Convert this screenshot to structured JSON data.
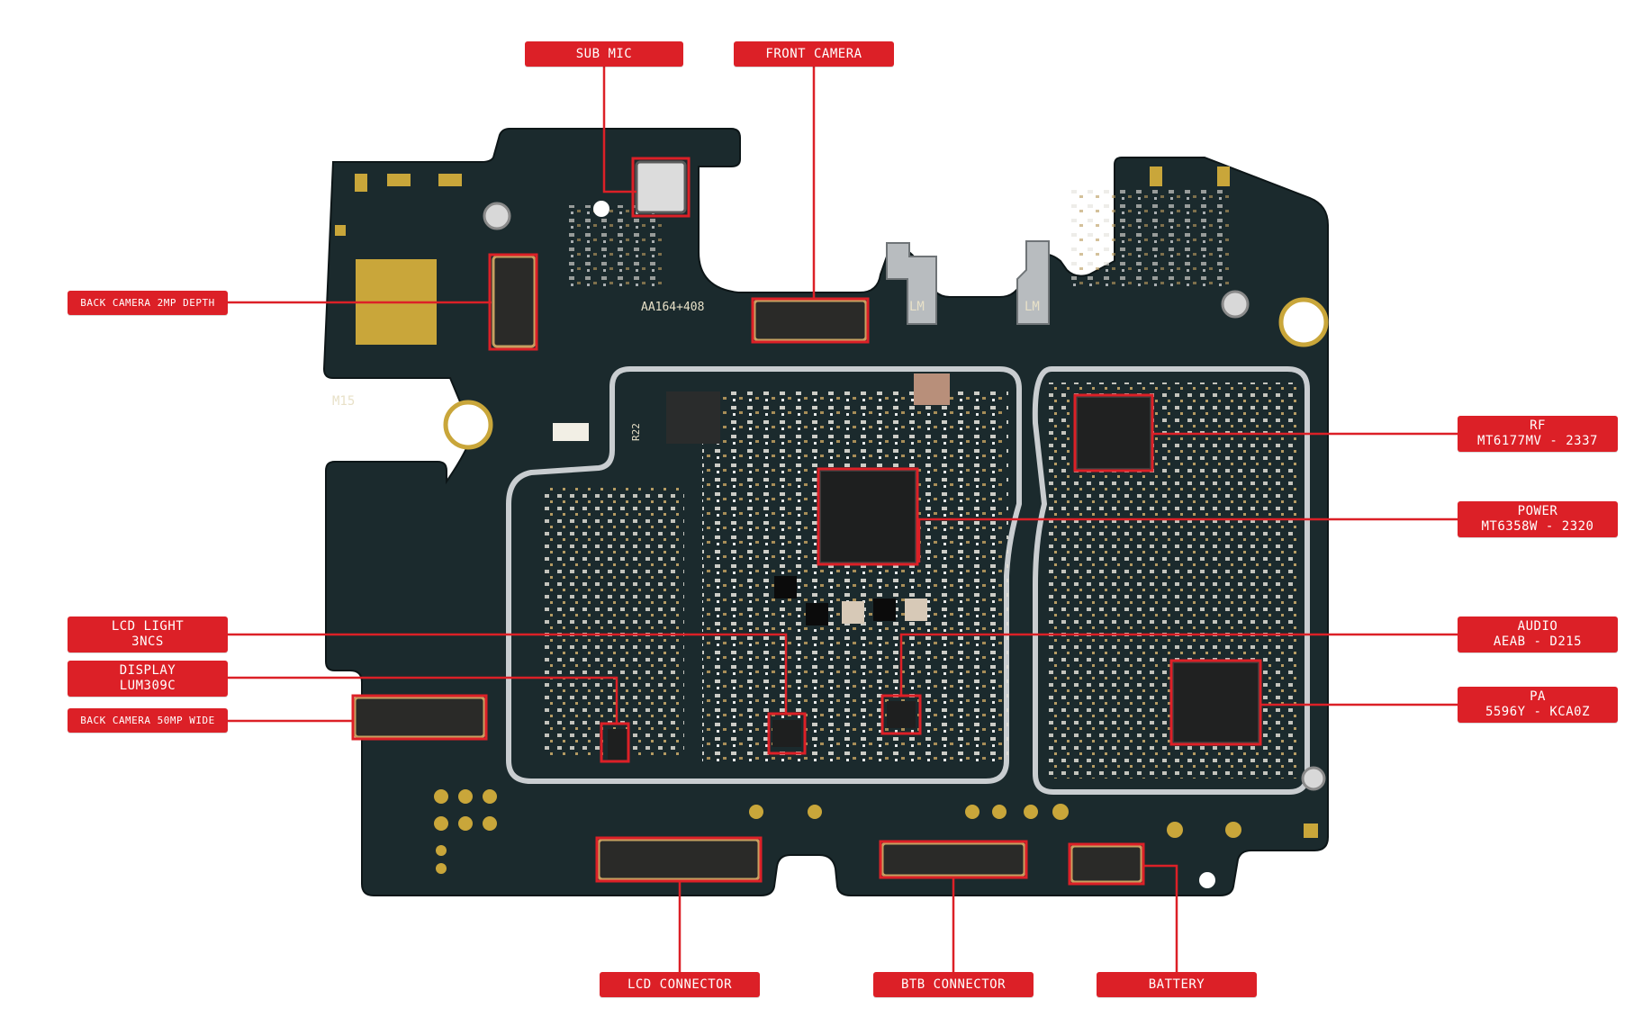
{
  "colors": {
    "board": "#1b2a2d",
    "board_edge": "#101a1c",
    "label_bg": "#dc2027",
    "label_text": "#ffffff",
    "leader": "#dc2027",
    "shield": "#c9cdd0",
    "gold": "#c9a63a",
    "silkscreen": "#e8e1c8"
  },
  "silkscreen": {
    "board_id": "M15",
    "marking_main": "AA164+408",
    "marking_ldo1": "LM",
    "marking_ldo2": "LM",
    "marking_r": "R22"
  },
  "labels": {
    "sub_mic": {
      "line1": "SUB MIC"
    },
    "front_camera": {
      "line1": "FRONT CAMERA"
    },
    "back_camera_depth": {
      "line1": "BACK CAMERA 2MP DEPTH"
    },
    "rf": {
      "line1": "RF",
      "line2": "MT6177MV - 2337"
    },
    "power": {
      "line1": "POWER",
      "line2": "MT6358W - 2320"
    },
    "lcd_light": {
      "line1": "LCD LIGHT",
      "line2": "3NCS"
    },
    "audio": {
      "line1": "AUDIO",
      "line2": "AEAB - D215"
    },
    "display": {
      "line1": "DISPLAY",
      "line2": "LUM309C"
    },
    "pa": {
      "line1": "PA",
      "line2": "5596Y - KCA0Z"
    },
    "back_camera_wide": {
      "line1": "BACK CAMERA 50MP WIDE"
    },
    "lcd_connector": {
      "line1": "LCD CONNECTOR"
    },
    "btb_connector": {
      "line1": "BTB CONNECTOR"
    },
    "battery": {
      "line1": "BATTERY"
    }
  }
}
